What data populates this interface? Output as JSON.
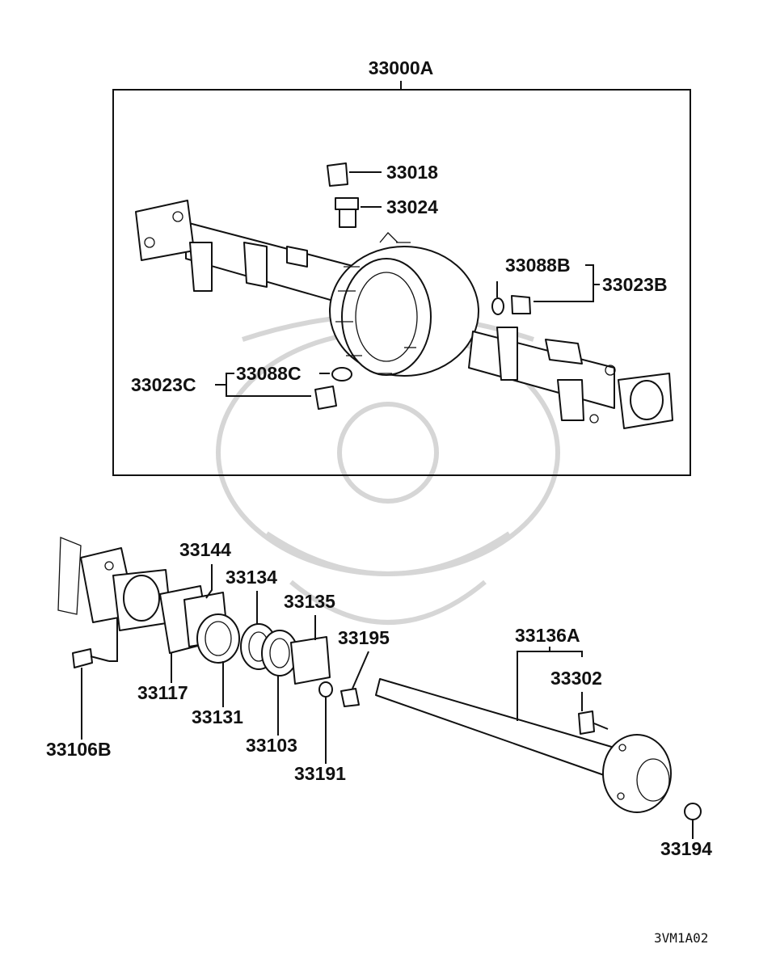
{
  "diagram": {
    "assembly_label": "33000A",
    "diagram_code": "3VM1A02",
    "labels": {
      "p33018": "33018",
      "p33024": "33024",
      "p33088B": "33088B",
      "p33023B": "33023B",
      "p33023C": "33023C",
      "p33088C": "33088C",
      "p33144": "33144",
      "p33134": "33134",
      "p33135": "33135",
      "p33195": "33195",
      "p33136A": "33136A",
      "p33302": "33302",
      "p33117": "33117",
      "p33131": "33131",
      "p33103": "33103",
      "p33191": "33191",
      "p33106B": "33106B",
      "p33194": "33194"
    }
  }
}
